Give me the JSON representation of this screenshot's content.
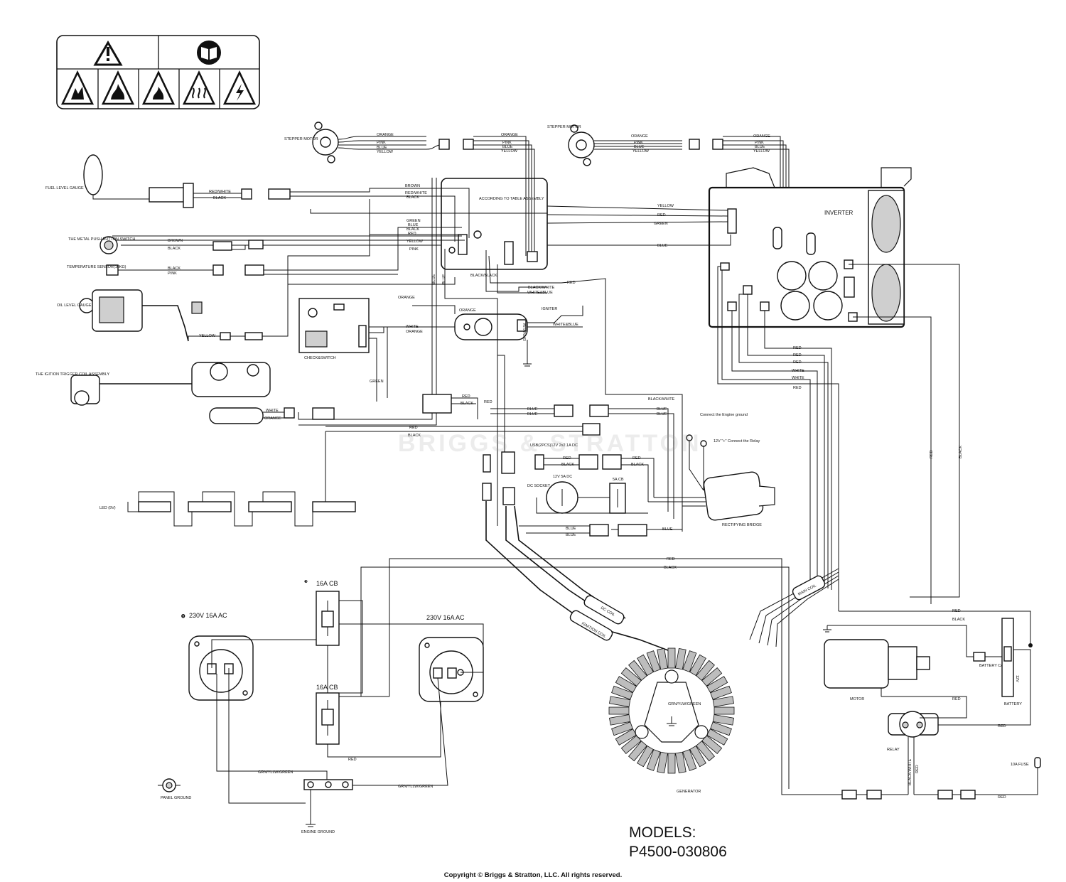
{
  "models": {
    "heading": "MODELS:",
    "number": "P4500-030806"
  },
  "copyright": "Copyright © Briggs & Stratton, LLC. All rights reserved.",
  "watermark": "BRIGGS & STRATTON",
  "components": {
    "stepper_motor_1": "STEPPER MOTOR",
    "stepper_motor_2": "STEPPER MOTOR",
    "fuel_level_gauge": "FUEL LEVEL GAUGE",
    "table_assembly": "ACCORDING TO TABLE ASSEMBLY",
    "push_button_switch": "THE METAL PUSH BUTTON SWITCH",
    "temperature_sensor": "TEMPERATURE SENSOR(10KΩ)",
    "oil_level_gauge": "OIL LEVEL GAUGE",
    "ignition_trigger_coil": "THE IGITION TRIGGER COIL ASSEMBLY",
    "check_switch": "CHECK&SWITCH",
    "igniter": "IGNITER",
    "led": "LED (9V)",
    "usb": "USB(2PCS)12V 2x2.1A DC",
    "dc_socket": "DC SOCKET",
    "dc_socket_rating": "12V 5A DC",
    "breaker_5a": "5A CB",
    "engine_ground_note": "Connect the Engine ground",
    "relay_note": "12V \"+\" Connect the Relay",
    "rectifying_bridge": "RECTIFYING BRIDGE",
    "inverter": "INVERTER",
    "main_coil": "MAIN COIL",
    "dc_coil": "DC COIL",
    "ignition_coil": "IGNITION COIL",
    "generator": "GENERATOR",
    "generator_ground": "GRN/YLW/GREEN",
    "breaker_16a_top": "16A CB",
    "breaker_16a_bottom": "16A CB",
    "outlet_left": "230V 16A AC",
    "outlet_right": "230V 16A AC",
    "panel_ground": "PANEL GROUND",
    "engine_ground": "ENGINE GROUND",
    "motor": "MOTOR",
    "battery_cable": "BATTERY CABLE",
    "battery": "BATTERY",
    "battery_voltage": "12V",
    "relay": "RELAY",
    "fuse": "10A FUSE"
  },
  "wires": {
    "orange": "ORANGE",
    "pink": "PINK",
    "blue": "BLUE",
    "yellow": "YELLOW",
    "brown": "BROWN",
    "red_white": "RED/WHITE",
    "black": "BLACK",
    "green": "GREEN",
    "red": "RED",
    "white": "WHITE",
    "black_white": "BLACK/WHITE",
    "white_blue": "WHITE&BLUE",
    "black_black": "BLACK/BLACK",
    "grn_ylw": "GRN/YLW",
    "grn_ylw_green": "GRN/YLLW/GREEN",
    "grn_ylw_green2": "GRN/YLLW/GREEN"
  },
  "icons": [
    "warning-triangle-icon",
    "manual-book-icon",
    "explosion-icon",
    "fire-icon",
    "flammable-icon",
    "hot-surface-icon",
    "shock-icon"
  ]
}
